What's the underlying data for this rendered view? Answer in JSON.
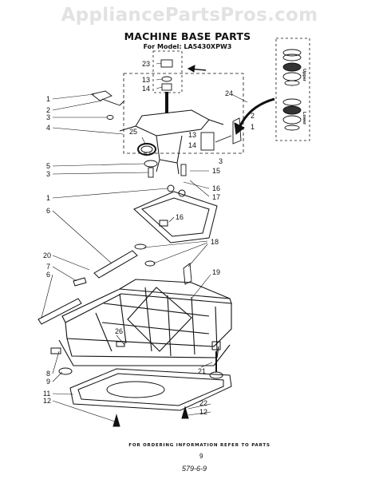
{
  "watermark": "AppliancePartsPros.com",
  "title": "MACHINE BASE PARTS",
  "model": "For Model: LA5430XPW3",
  "footer": "FOR ORDERING INFORMATION REFER TO PARTS",
  "page_number": "9",
  "code": "579-6-9",
  "inset_labels": {
    "upper": "Upper",
    "lower": "Lower"
  },
  "callouts": [
    {
      "id": "c1a",
      "text": "1"
    },
    {
      "id": "c2a",
      "text": "2"
    },
    {
      "id": "c3a",
      "text": "3"
    },
    {
      "id": "c4",
      "text": "4"
    },
    {
      "id": "c5",
      "text": "5"
    },
    {
      "id": "c3b",
      "text": "3"
    },
    {
      "id": "c1b",
      "text": "1"
    },
    {
      "id": "c6a",
      "text": "6"
    },
    {
      "id": "c20",
      "text": "20"
    },
    {
      "id": "c7",
      "text": "7"
    },
    {
      "id": "c6b",
      "text": "6"
    },
    {
      "id": "c8",
      "text": "8"
    },
    {
      "id": "c9",
      "text": "9"
    },
    {
      "id": "c11",
      "text": "11"
    },
    {
      "id": "c12a",
      "text": "12"
    },
    {
      "id": "c23",
      "text": "23"
    },
    {
      "id": "c13a",
      "text": "13"
    },
    {
      "id": "c14a",
      "text": "14"
    },
    {
      "id": "c25",
      "text": "25"
    },
    {
      "id": "c13b",
      "text": "13"
    },
    {
      "id": "c14b",
      "text": "14"
    },
    {
      "id": "c24",
      "text": "24"
    },
    {
      "id": "c2b",
      "text": "2"
    },
    {
      "id": "c1c",
      "text": "1"
    },
    {
      "id": "c3c",
      "text": "3"
    },
    {
      "id": "c15",
      "text": "15"
    },
    {
      "id": "c16a",
      "text": "16"
    },
    {
      "id": "c17",
      "text": "17"
    },
    {
      "id": "c16b",
      "text": "16"
    },
    {
      "id": "c18",
      "text": "18"
    },
    {
      "id": "c19",
      "text": "19"
    },
    {
      "id": "c26",
      "text": "26"
    },
    {
      "id": "c21",
      "text": "21"
    },
    {
      "id": "c22",
      "text": "22"
    },
    {
      "id": "c12b",
      "text": "12"
    }
  ]
}
